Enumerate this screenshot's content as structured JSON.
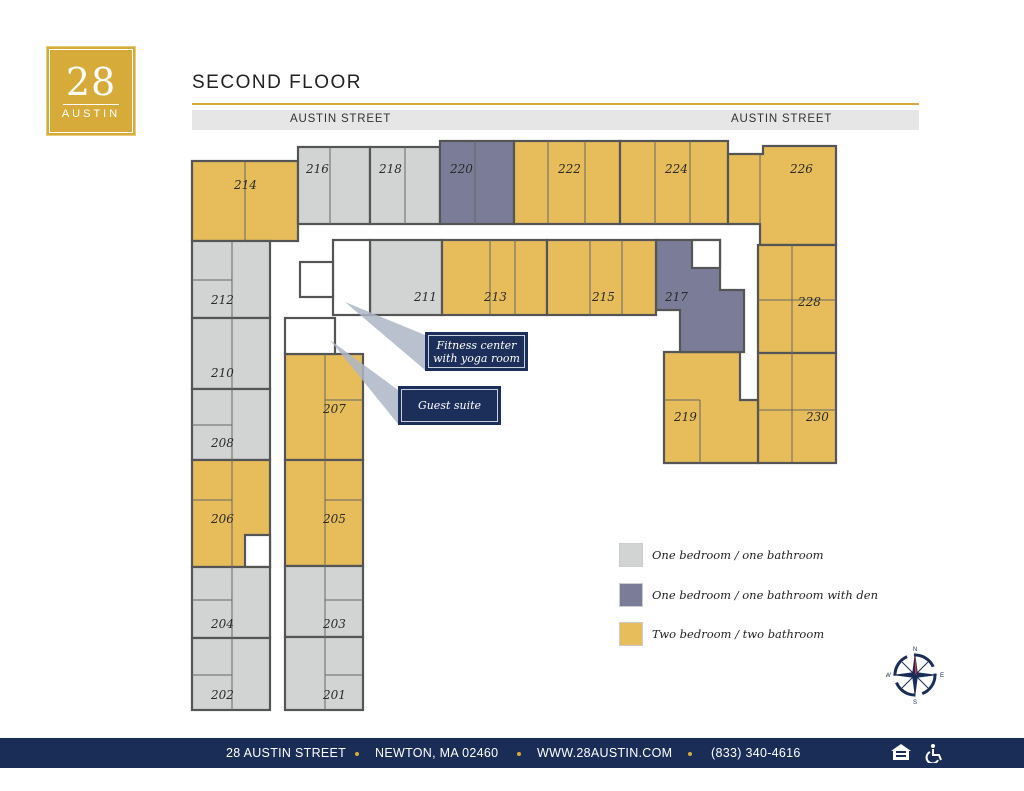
{
  "logo": {
    "number": "28",
    "word": "AUSTIN"
  },
  "header": {
    "title": "SECOND FLOOR"
  },
  "street": {
    "left_label": "AUSTIN STREET",
    "right_label": "AUSTIN STREET"
  },
  "colors": {
    "one_bed": "#d2d4d4",
    "one_bed_den": "#7b7c98",
    "two_bed": "#e7bd5c",
    "wall": "#555555",
    "accent_gold": "#d7ab3a",
    "navy": "#1a2d57"
  },
  "units": [
    {
      "id": "201",
      "type": "one_bed"
    },
    {
      "id": "202",
      "type": "one_bed"
    },
    {
      "id": "203",
      "type": "one_bed"
    },
    {
      "id": "204",
      "type": "one_bed"
    },
    {
      "id": "205",
      "type": "two_bed"
    },
    {
      "id": "206",
      "type": "two_bed"
    },
    {
      "id": "207",
      "type": "two_bed"
    },
    {
      "id": "208",
      "type": "one_bed"
    },
    {
      "id": "210",
      "type": "one_bed"
    },
    {
      "id": "211",
      "type": "one_bed"
    },
    {
      "id": "212",
      "type": "one_bed"
    },
    {
      "id": "213",
      "type": "two_bed"
    },
    {
      "id": "214",
      "type": "two_bed"
    },
    {
      "id": "215",
      "type": "two_bed"
    },
    {
      "id": "216",
      "type": "one_bed"
    },
    {
      "id": "217",
      "type": "one_bed_den"
    },
    {
      "id": "218",
      "type": "one_bed"
    },
    {
      "id": "219",
      "type": "two_bed"
    },
    {
      "id": "220",
      "type": "one_bed_den"
    },
    {
      "id": "222",
      "type": "two_bed"
    },
    {
      "id": "224",
      "type": "two_bed"
    },
    {
      "id": "226",
      "type": "two_bed"
    },
    {
      "id": "228",
      "type": "two_bed"
    },
    {
      "id": "230",
      "type": "two_bed"
    }
  ],
  "callouts": {
    "fitness_line1": "Fitness center",
    "fitness_line2": "with yoga room",
    "guest": "Guest suite"
  },
  "legend": [
    {
      "label": "One bedroom / one bathroom",
      "color": "#d2d4d4"
    },
    {
      "label": "One bedroom / one bathroom with den",
      "color": "#7b7c98"
    },
    {
      "label": "Two bedroom / two bathroom",
      "color": "#e7bd5c"
    }
  ],
  "compass": {
    "n": "N",
    "s": "S",
    "e": "E",
    "w": "W"
  },
  "footer": {
    "address": "28 AUSTIN STREET",
    "city": "NEWTON, MA 02460",
    "website": "WWW.28AUSTIN.COM",
    "phone": "(833) 340-4616"
  }
}
